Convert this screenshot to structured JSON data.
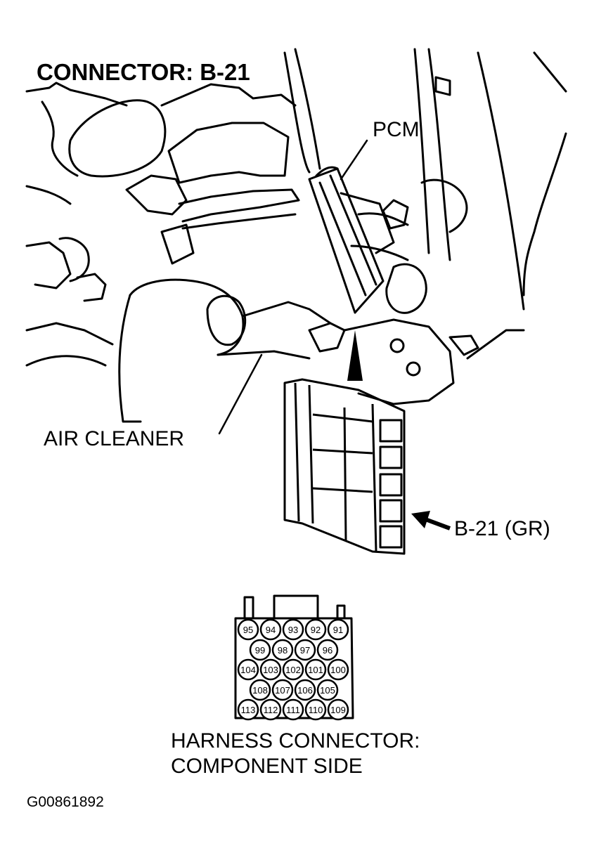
{
  "title": "CONNECTOR: B-21",
  "labels": {
    "pcm": "PCM",
    "air_cleaner": "AIR CLEANER",
    "connector_ref": "B-21 (GR)"
  },
  "harness_caption": {
    "line1": "HARNESS CONNECTOR:",
    "line2": "COMPONENT SIDE"
  },
  "figure_id": "G00861892",
  "pin_rows": [
    [
      "95",
      "94",
      "93",
      "92",
      "91"
    ],
    [
      "99",
      "98",
      "97",
      "96"
    ],
    [
      "104",
      "103",
      "102",
      "101",
      "100"
    ],
    [
      "108",
      "107",
      "106",
      "105"
    ],
    [
      "113",
      "112",
      "111",
      "110",
      "109"
    ]
  ]
}
